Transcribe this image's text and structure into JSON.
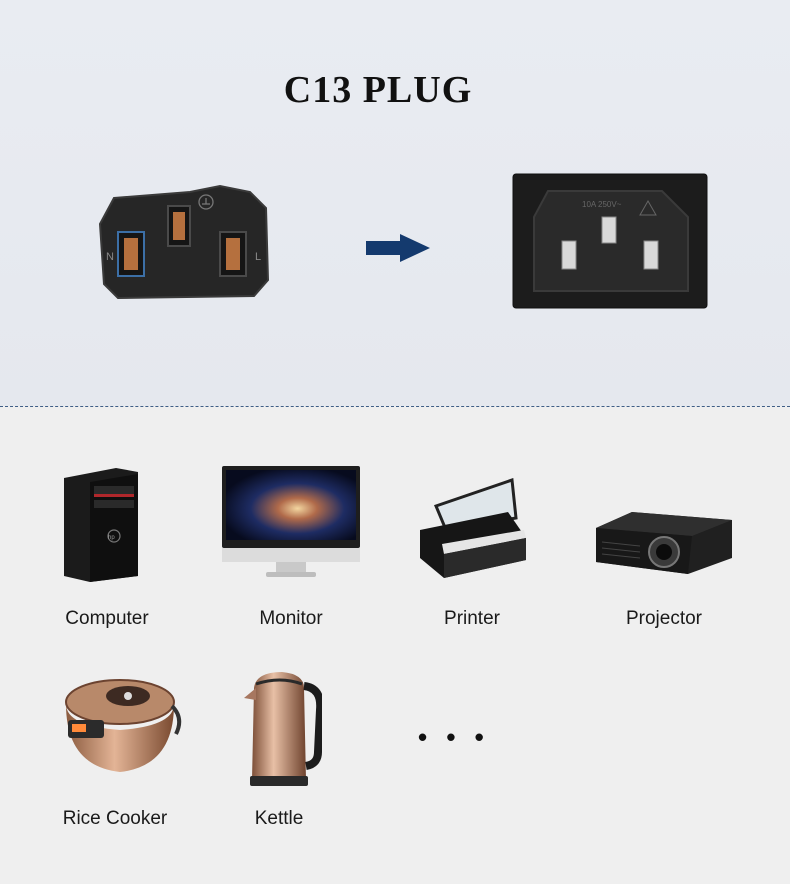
{
  "title": "C13 PLUG",
  "plug": {
    "pin_labels": {
      "neutral": "N",
      "live": "L"
    },
    "icon": "c13-plug-icon"
  },
  "arrow": {
    "icon": "right-arrow-icon",
    "color": "#143a6e"
  },
  "socket": {
    "rating": "10A 250V~",
    "icon": "c14-socket-icon"
  },
  "devices": [
    {
      "label": "Computer",
      "icon": "computer-tower-icon"
    },
    {
      "label": "Monitor",
      "icon": "monitor-icon"
    },
    {
      "label": "Printer",
      "icon": "printer-icon"
    },
    {
      "label": "Projector",
      "icon": "projector-icon"
    },
    {
      "label": "Rice Cooker",
      "icon": "rice-cooker-icon"
    },
    {
      "label": "Kettle",
      "icon": "kettle-icon"
    }
  ],
  "more_indicator": "• • •",
  "colors": {
    "divider": "#3f5e86",
    "accent": "#143a6e"
  }
}
